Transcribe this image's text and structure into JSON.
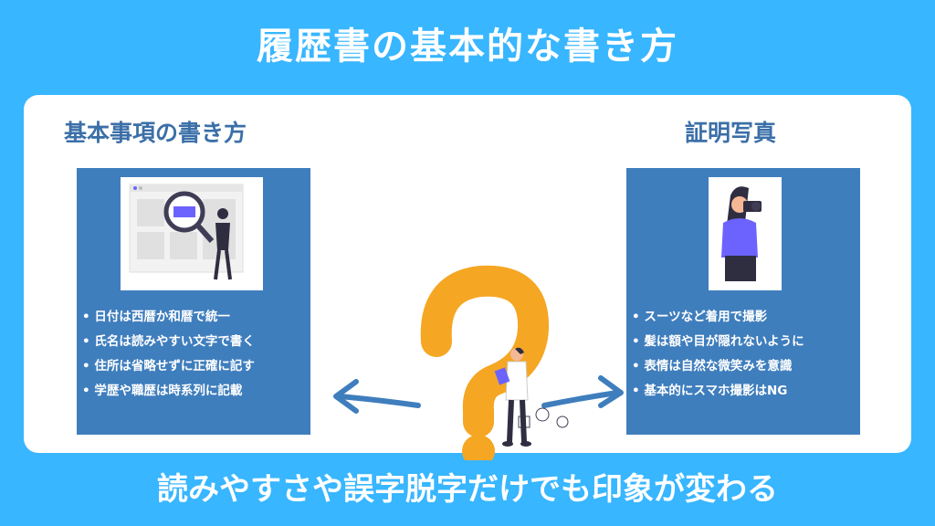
{
  "title": "履歴書の基本的な書き方",
  "left_section": {
    "heading": "基本事項の書き方",
    "items": [
      "日付は西暦か和暦で統一",
      "氏名は読みやすい文字で書く",
      "住所は省略せずに正確に記す",
      "学歴や職歴は時系列に記載"
    ]
  },
  "right_section": {
    "heading": "証明写真",
    "items": [
      "スーツなど着用で撮影",
      "髪は額や目が隠れないように",
      "表情は自然な微笑みを意識",
      "基本的にスマホ撮影はNG"
    ]
  },
  "footer": "読みやすさや誤字脱字だけでも印象が変わる",
  "colors": {
    "background": "#38b6ff",
    "panel": "#3f7ebd",
    "heading": "#3b6fa8",
    "question_mark": "#f5a623"
  },
  "icons": [
    "question-mark-icon",
    "left-arrow-icon",
    "right-arrow-icon",
    "magnifier-icon",
    "camera-icon",
    "lightbulb-icon",
    "checkmark-icon"
  ]
}
